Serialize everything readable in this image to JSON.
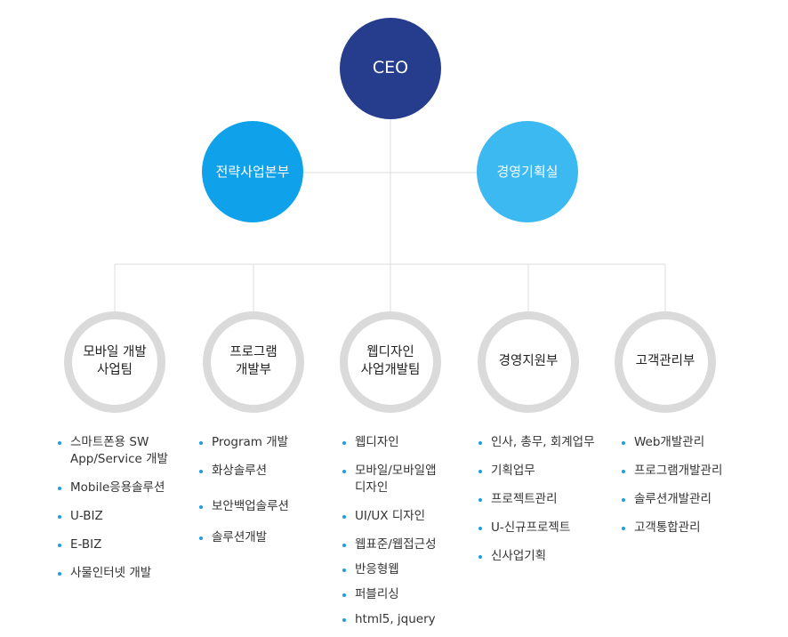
{
  "ceo": "CEO",
  "divisions": [
    {
      "label": "전략사업본부",
      "color": "#0fa2ea"
    },
    {
      "label": "경영기획실",
      "color": "#3cb9f0"
    }
  ],
  "teams": [
    {
      "label_lines": [
        "모바일 개발",
        "사업팀"
      ],
      "items": [
        {
          "lines": [
            "스마트폰용 SW",
            "App/Service 개발"
          ]
        },
        {
          "lines": [
            "Mobile응용솔루션"
          ]
        },
        {
          "lines": [
            "U-BIZ"
          ]
        },
        {
          "lines": [
            "E-BIZ"
          ]
        },
        {
          "lines": [
            "사물인터넷 개발"
          ]
        }
      ]
    },
    {
      "label_lines": [
        "프로그램",
        "개발부"
      ],
      "items": [
        {
          "lines": [
            "Program 개발"
          ]
        },
        {
          "lines": [
            "화상솔루션"
          ]
        },
        {
          "lines": [
            "보안백업솔루션"
          ]
        },
        {
          "lines": [
            "솔루션개발"
          ]
        }
      ]
    },
    {
      "label_lines": [
        "웹디자인",
        "사업개발팀"
      ],
      "items": [
        {
          "lines": [
            "웹디자인"
          ]
        },
        {
          "lines": [
            "모바일/모바일앱",
            "디자인"
          ]
        },
        {
          "lines": [
            "UI/UX 디자인"
          ]
        },
        {
          "lines": [
            "웹표준/웹접근성"
          ]
        },
        {
          "lines": [
            "반응형웹"
          ]
        },
        {
          "lines": [
            "퍼블리싱"
          ]
        },
        {
          "lines": [
            "html5, jquery"
          ]
        }
      ]
    },
    {
      "label_lines": [
        "경영지원부"
      ],
      "items": [
        {
          "lines": [
            "인사, 총무, 회계업무"
          ]
        },
        {
          "lines": [
            "기획업무"
          ]
        },
        {
          "lines": [
            "프로젝트관리"
          ]
        },
        {
          "lines": [
            "U-신규프로젝트"
          ]
        },
        {
          "lines": [
            "신사업기획"
          ]
        }
      ]
    },
    {
      "label_lines": [
        "고객관리부"
      ],
      "items": [
        {
          "lines": [
            "Web개발관리"
          ]
        },
        {
          "lines": [
            "프로그램개발관리"
          ]
        },
        {
          "lines": [
            "솔루션개발관리"
          ]
        },
        {
          "lines": [
            "고객통합관리"
          ]
        }
      ]
    }
  ],
  "colors": {
    "ceo": "#263d8d",
    "connector": "#dcdcdc",
    "team_ring": "#dadada",
    "bullet": "#1c9fe2"
  }
}
